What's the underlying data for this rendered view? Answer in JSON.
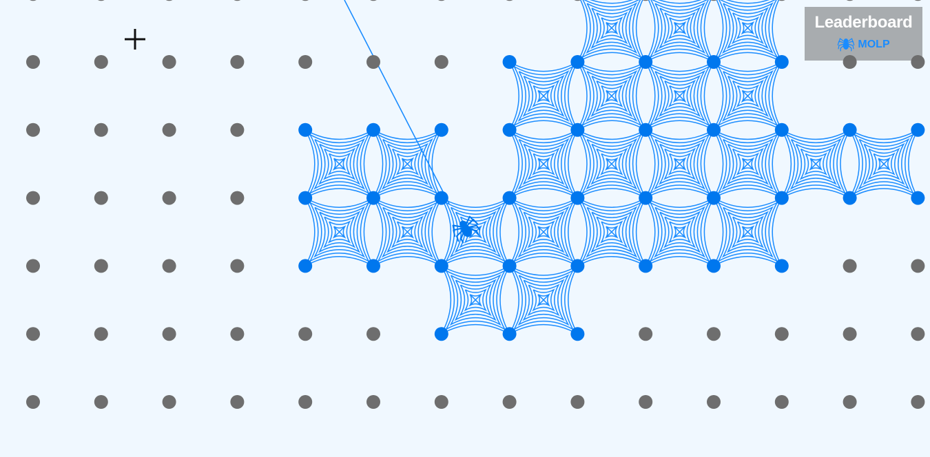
{
  "colors": {
    "background": "#f0f8ff",
    "dot_idle": "#6e6e6e",
    "dot_owned": "#0077ee",
    "web": "#1a8cff",
    "panel": "#6e6e6e",
    "panel_text": "#ffffff"
  },
  "grid": {
    "columns": 14,
    "rows": 7,
    "owned_dots": [
      [
        7,
        0
      ],
      [
        8,
        0
      ],
      [
        9,
        0
      ],
      [
        10,
        0
      ],
      [
        11,
        0
      ],
      [
        4,
        1
      ],
      [
        5,
        1
      ],
      [
        6,
        1
      ],
      [
        7,
        1
      ],
      [
        8,
        1
      ],
      [
        9,
        1
      ],
      [
        10,
        1
      ],
      [
        11,
        1
      ],
      [
        12,
        1
      ],
      [
        13,
        1
      ],
      [
        4,
        2
      ],
      [
        5,
        2
      ],
      [
        6,
        2
      ],
      [
        7,
        2
      ],
      [
        8,
        2
      ],
      [
        9,
        2
      ],
      [
        10,
        2
      ],
      [
        11,
        2
      ],
      [
        12,
        2
      ],
      [
        13,
        2
      ],
      [
        4,
        3
      ],
      [
        5,
        3
      ],
      [
        6,
        3
      ],
      [
        7,
        3
      ],
      [
        8,
        3
      ],
      [
        9,
        3
      ],
      [
        10,
        3
      ],
      [
        11,
        3
      ],
      [
        6,
        4
      ],
      [
        7,
        4
      ],
      [
        8,
        4
      ]
    ],
    "webs": [
      [
        8,
        -1
      ],
      [
        9,
        -1
      ],
      [
        10,
        -1
      ],
      [
        7,
        0
      ],
      [
        8,
        0
      ],
      [
        9,
        0
      ],
      [
        10,
        0
      ],
      [
        4,
        1
      ],
      [
        5,
        1
      ],
      [
        7,
        1
      ],
      [
        8,
        1
      ],
      [
        9,
        1
      ],
      [
        10,
        1
      ],
      [
        11,
        1
      ],
      [
        12,
        1
      ],
      [
        4,
        2
      ],
      [
        5,
        2
      ],
      [
        6,
        2
      ],
      [
        7,
        2
      ],
      [
        8,
        2
      ],
      [
        9,
        2
      ],
      [
        10,
        2
      ],
      [
        6,
        3
      ],
      [
        7,
        3
      ]
    ]
  },
  "player": {
    "name": "MOLP",
    "color": "#0077ee",
    "icon": "spider-icon"
  },
  "leaderboard": {
    "title": "Leaderboard",
    "entries": [
      {
        "name": "MOLP",
        "color": "#1a8cff",
        "icon": "spider-icon"
      }
    ]
  },
  "cursor": {
    "icon": "crosshair-icon"
  }
}
